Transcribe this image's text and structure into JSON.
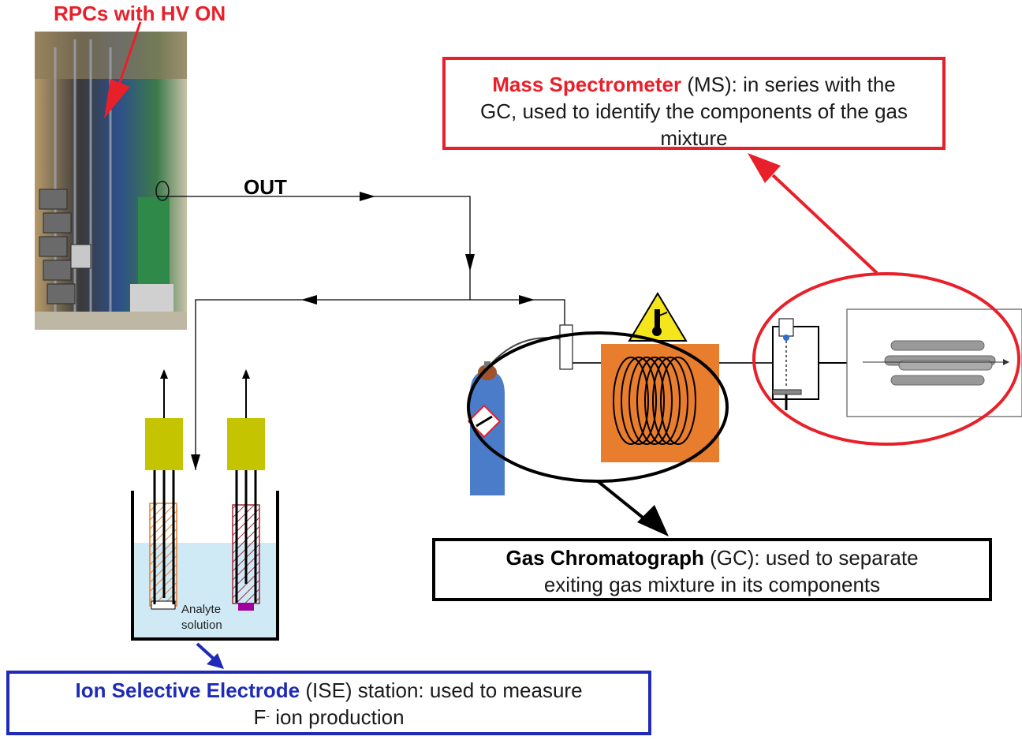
{
  "rpc_label": "RPCs with HV ON",
  "out_label": "OUT",
  "analyte_label": [
    "Analyte",
    "solution"
  ],
  "ms_box": {
    "bold": "Mass Spectrometer",
    "rest_line1": " (MS): in series with the",
    "line2": "GC, used to identify the components of the gas",
    "line3": "mixture"
  },
  "gc_box": {
    "bold": "Gas Chromatograph",
    "rest_line1": " (GC): used to separate",
    "line2": "exiting gas mixture in its components"
  },
  "ise_box": {
    "bold": "Ion Selective Electrode",
    "rest_line1": " (ISE) station: used to measure",
    "line2_pre": "F",
    "line2_sup": "-",
    "line2_post": " ion production"
  },
  "colors": {
    "ms_accent": "#e8202a",
    "gc_accent": "#000000",
    "ise_accent": "#1f2bb7",
    "oven": "#e87d2e",
    "cylinder": "#4a7cc9",
    "electrode_cap": "#c4c400",
    "solution": "#cfeaf5",
    "warning": "#f5e61c"
  }
}
